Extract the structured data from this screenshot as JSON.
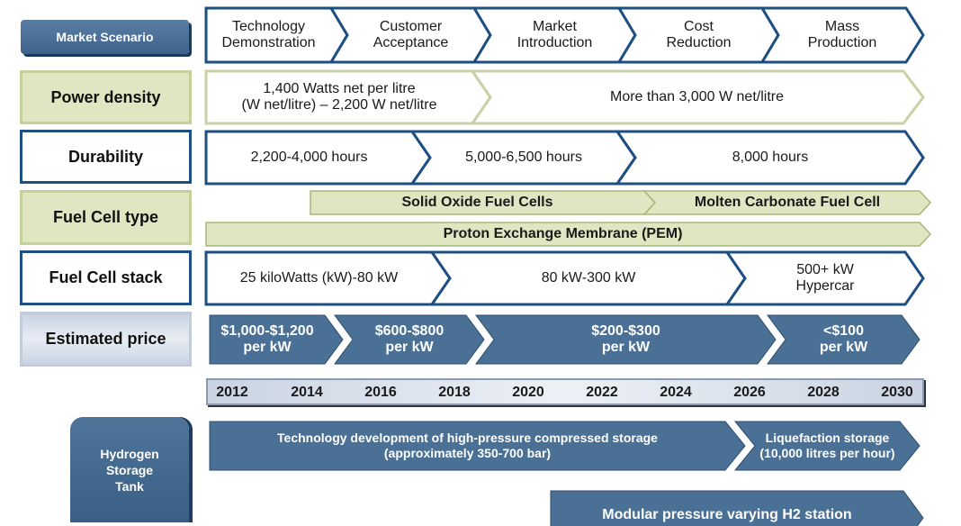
{
  "scenario_label": "Market Scenario",
  "stages": [
    "Technology\nDemonstration",
    "Customer\nAcceptance",
    "Market\nIntroduction",
    "Cost\nReduction",
    "Mass\nProduction"
  ],
  "rows": {
    "power_density": {
      "label": "Power density",
      "segments": [
        "1,400 Watts net per litre\n(W net/litre) – 2,200 W net/litre",
        "More than 3,000 W net/litre"
      ]
    },
    "durability": {
      "label": "Durability",
      "segments": [
        "2,200-4,000 hours",
        "5,000-6,500 hours",
        "8,000 hours"
      ]
    },
    "fuel_cell_type": {
      "label": "Fuel Cell type",
      "segments": [
        "Solid Oxide Fuel Cells",
        "Molten Carbonate Fuel Cell",
        "Proton Exchange Membrane (PEM)"
      ]
    },
    "fuel_cell_stack": {
      "label": "Fuel Cell stack",
      "segments": [
        "25 kiloWatts (kW)-80 kW",
        "80 kW-300 kW",
        "500+ kW\nHypercar"
      ]
    },
    "estimated_price": {
      "label": "Estimated price",
      "segments": [
        "$1,000-$1,200\nper kW",
        "$600-$800\nper kW",
        "$200-$300\nper kW",
        "<$100\nper kW"
      ]
    }
  },
  "years": [
    "2012",
    "2014",
    "2016",
    "2018",
    "2020",
    "2022",
    "2024",
    "2026",
    "2028",
    "2030"
  ],
  "hydrogen": {
    "label": "Hydrogen\nStorage\nTank",
    "segments": [
      "Technology development of high-pressure compressed storage\n(approximately 350-700 bar)",
      "Liquefaction storage\n(10,000 litres per hour)",
      "Modular pressure varying H2 station"
    ]
  },
  "colors": {
    "navy": "#1e4f82",
    "steel": "#4a7096",
    "green": "#dfe6c1",
    "green_border": "#a9b57a"
  }
}
